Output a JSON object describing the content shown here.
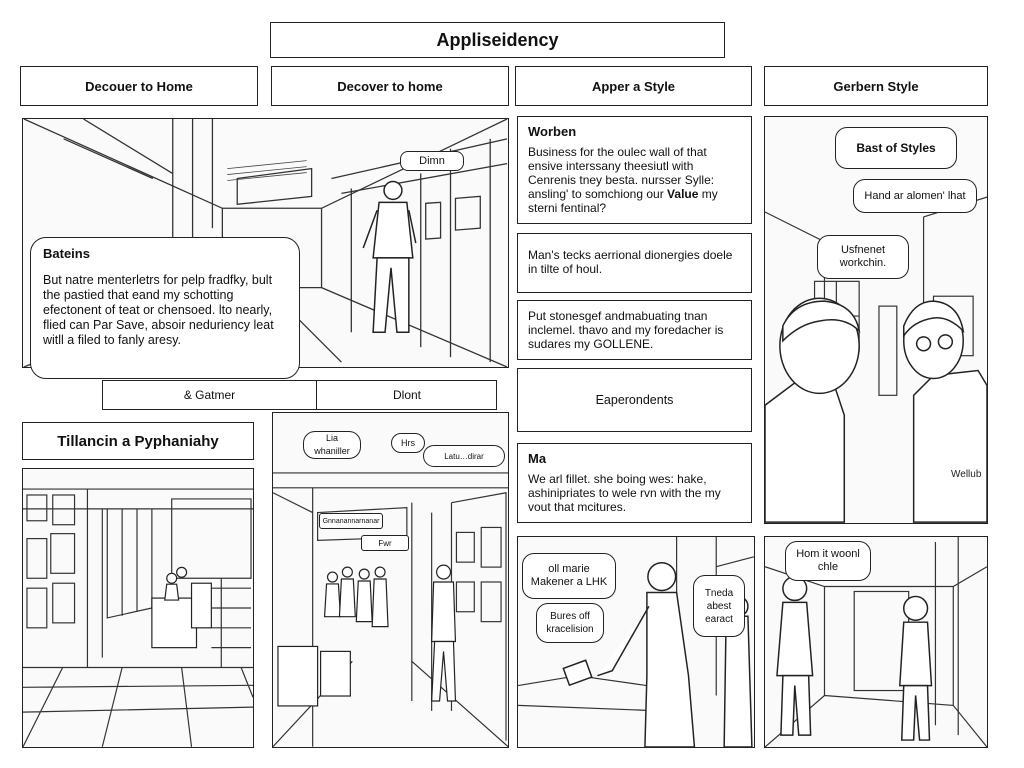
{
  "title": "Appliseidency",
  "headers": [
    "Decouer to Home",
    "Decover to home",
    "Apper a Style",
    "Gerbern Style"
  ],
  "panel1": {
    "sign": "Dimn",
    "caption_title": "Bateins",
    "caption_body": "But natre menterletrs for pelp fradfky, bult the pastied that eand my schotting efectonent of teat or chensoed. lto nearly, flied can Par Save, absoir neduriency leat witll a filed to fanly aresy."
  },
  "strip": {
    "left": "& Gatmer",
    "right": "Dlont"
  },
  "section_title": "Tillancin a Pyphaniahy",
  "panel3": {
    "b1": "Lia whaniller",
    "b2": "Hrs",
    "b3": "Latu…dirar",
    "sign": "Gnnanannarnanar",
    "sign2": "Fwr"
  },
  "textboxes": {
    "t1_title": "Worben",
    "t1_body": "Business for the oulec wall of that ensive interssany theesiutl with Cenrenis tney besta. nursser Sylle: ansling' to somchiong our",
    "t1_bold": "Value",
    "t1_tail": "my sterni fentinal?",
    "t2": "Man's tecks aerrional dionergies doele in tilte of houl.",
    "t3": "Put stonesgef andmabuating tnan inclemel. thavo and my foredacher is sudares my GOLLENE.",
    "t4": "Eaperondents",
    "t5_title": "Ma",
    "t5_body": "We arl fillet. she boing wes: hake, ashinipriates to wele rvn with the my vout that mcitures."
  },
  "panel4": {
    "b1": "Bast of Styles",
    "b2": "Hand ar alomen' lhat",
    "b3": "Usfnenet workchin.",
    "tag": "Wellub"
  },
  "panel5": {
    "b1": "oll marie Makener a LHK",
    "b2": "Bures off kracelision",
    "b3": "Tneda abest earact"
  },
  "panel6": {
    "b1": "Hom it woonl chle"
  }
}
